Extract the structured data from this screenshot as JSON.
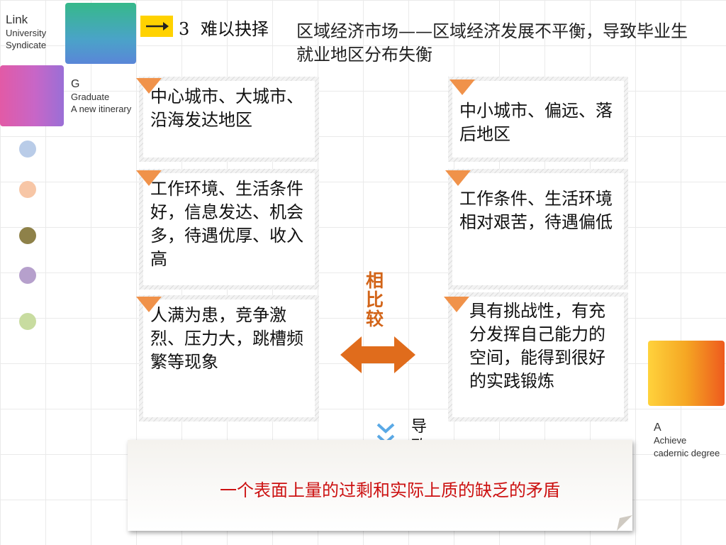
{
  "brand": {
    "link": {
      "title": "Link",
      "line2": "University",
      "line3": "Syndicate"
    },
    "graduate": {
      "letter": "G",
      "line1": "Graduate",
      "line2": "A new itinerary"
    },
    "achieve": {
      "letter": "A",
      "line1": "Achieve",
      "line2": "cadernic degree"
    }
  },
  "colors": {
    "accent": "#f0924a",
    "arrow": "#e06c1c",
    "highlight": "#ffd200",
    "conclusion_text": "#cc1111"
  },
  "header": {
    "arrow_icon": "right-arrow-icon",
    "section_number": "3",
    "section_title": "难以抉择",
    "description": "区域经济市场——区域经济发展不平衡，导致毕业生就业地区分布失衡"
  },
  "left_column": [
    {
      "text": "中心城市、大城市、沿海发达地区"
    },
    {
      "text": "工作环境、生活条件好，信息发达、机会多，待遇优厚、收入高"
    },
    {
      "text": "人满为患，竞争激烈、压力大，跳槽频繁等现象"
    }
  ],
  "right_column": [
    {
      "text": "中小城市、偏远、落后地区"
    },
    {
      "text": "工作条件、生活环境相对艰苦，待遇偏低"
    },
    {
      "text": "具有挑战性，有充分发挥自己能力的空间，能得到很好的实践锻炼"
    }
  ],
  "compare_label": "相比较",
  "lead_to_label": "导致",
  "conclusion": "一个表面上量的过剩和实际上质的缺乏的矛盾"
}
